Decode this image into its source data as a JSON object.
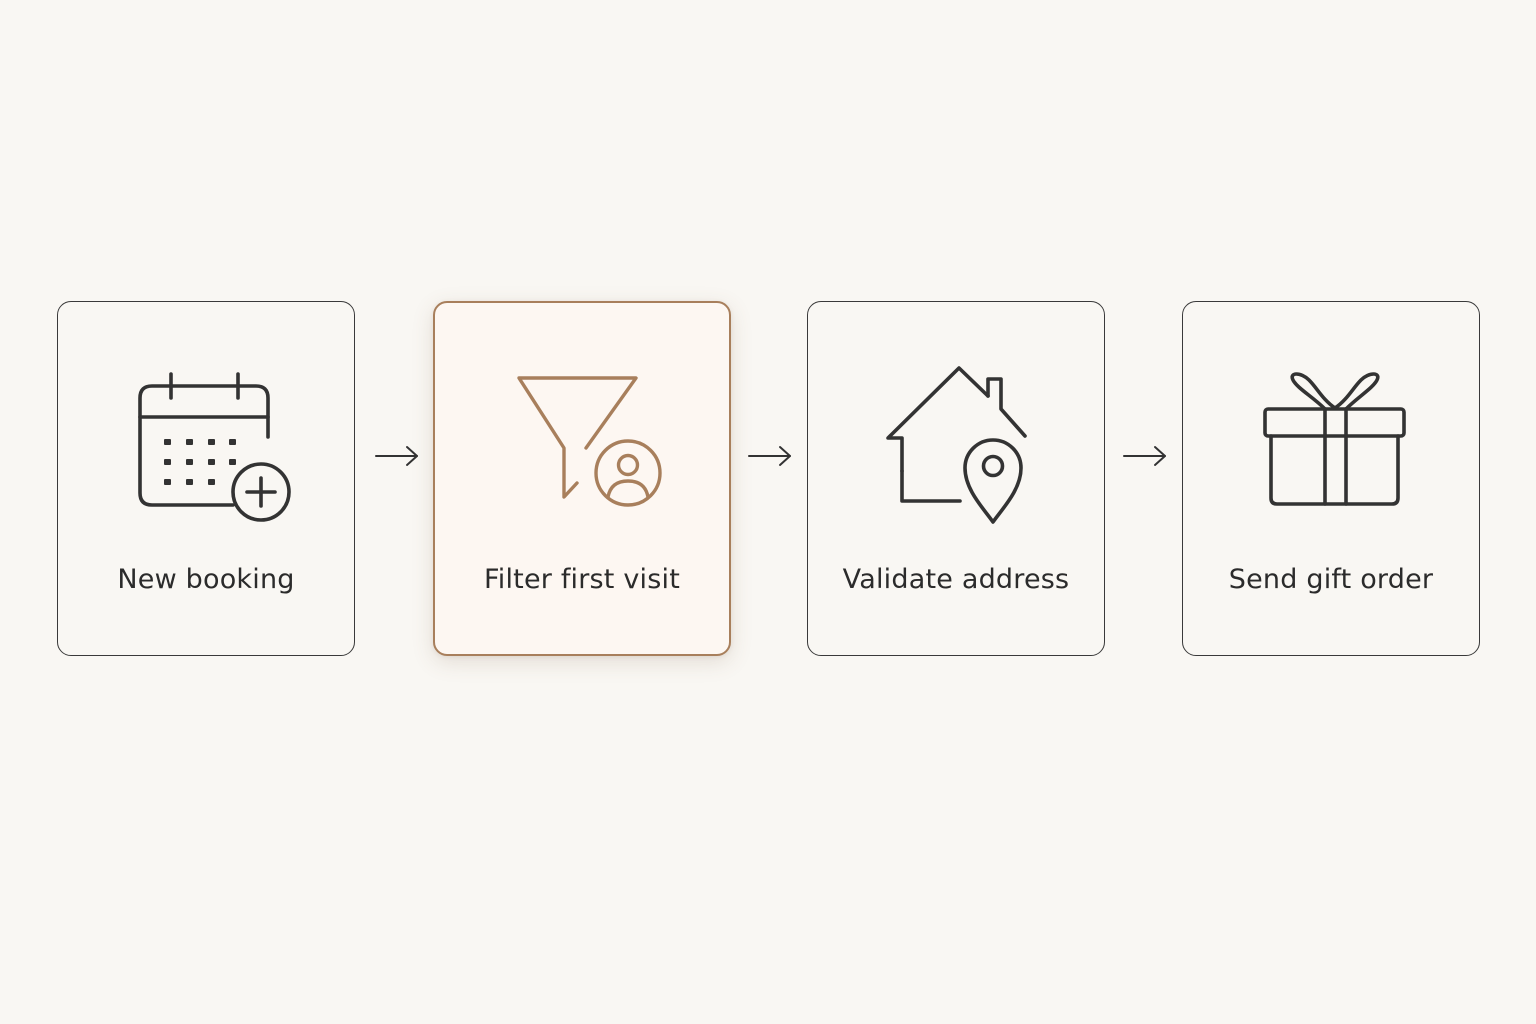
{
  "steps": [
    {
      "label": "New booking",
      "icon": "calendar-plus-icon"
    },
    {
      "label": "Filter first visit",
      "icon": "funnel-user-icon",
      "highlighted": true
    },
    {
      "label": "Validate address",
      "icon": "house-location-pin-icon"
    },
    {
      "label": "Send gift order",
      "icon": "gift-box-icon"
    }
  ],
  "colors": {
    "background": "#f9f7f3",
    "stroke": "#333333",
    "accent": "#a87f5c",
    "highlight_fill": "#fdf7f2"
  }
}
